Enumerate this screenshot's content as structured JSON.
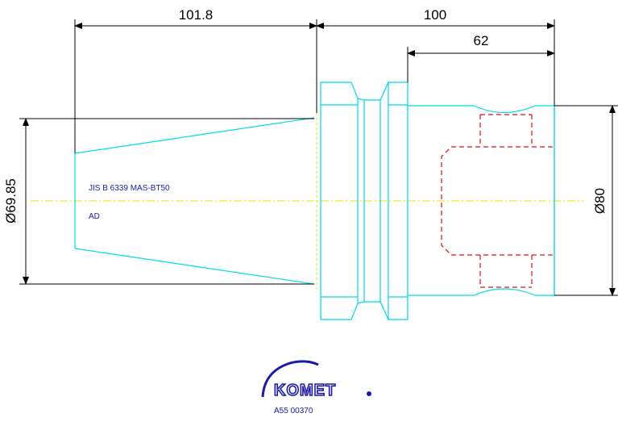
{
  "dimensions": {
    "taper_length": "101.8",
    "overall_length": "100",
    "shank_length": "62",
    "taper_diameter": "Ø69.85",
    "body_diameter": "Ø80"
  },
  "spec": {
    "standard": "JIS B 6339 MAS-BT50",
    "variant": "AD"
  },
  "brand": {
    "name": "KOMET",
    "part_number": "A55 00370",
    "color": "#1a1aa6"
  },
  "colors": {
    "outline": "#00d8e8",
    "hidden": "#e01010",
    "centerline": "#f0e000",
    "dimension": "#000000"
  }
}
